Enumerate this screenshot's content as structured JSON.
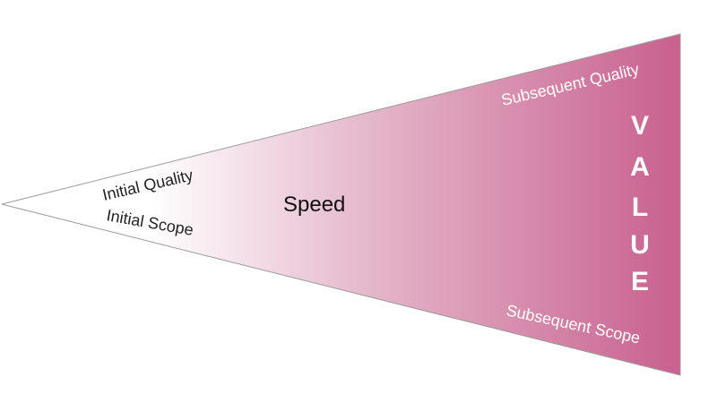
{
  "labels": {
    "initial_quality": "Initial Quality",
    "initial_scope": "Initial Scope",
    "speed": "Speed",
    "subsequent_quality": "Subsequent Quality",
    "subsequent_scope": "Subsequent Scope",
    "value_letters": [
      "V",
      "A",
      "L",
      "U",
      "E"
    ]
  },
  "colors": {
    "gradient_start": "#ffffff",
    "gradient_end": "#c8608e",
    "outline": "#9a9a9a"
  }
}
